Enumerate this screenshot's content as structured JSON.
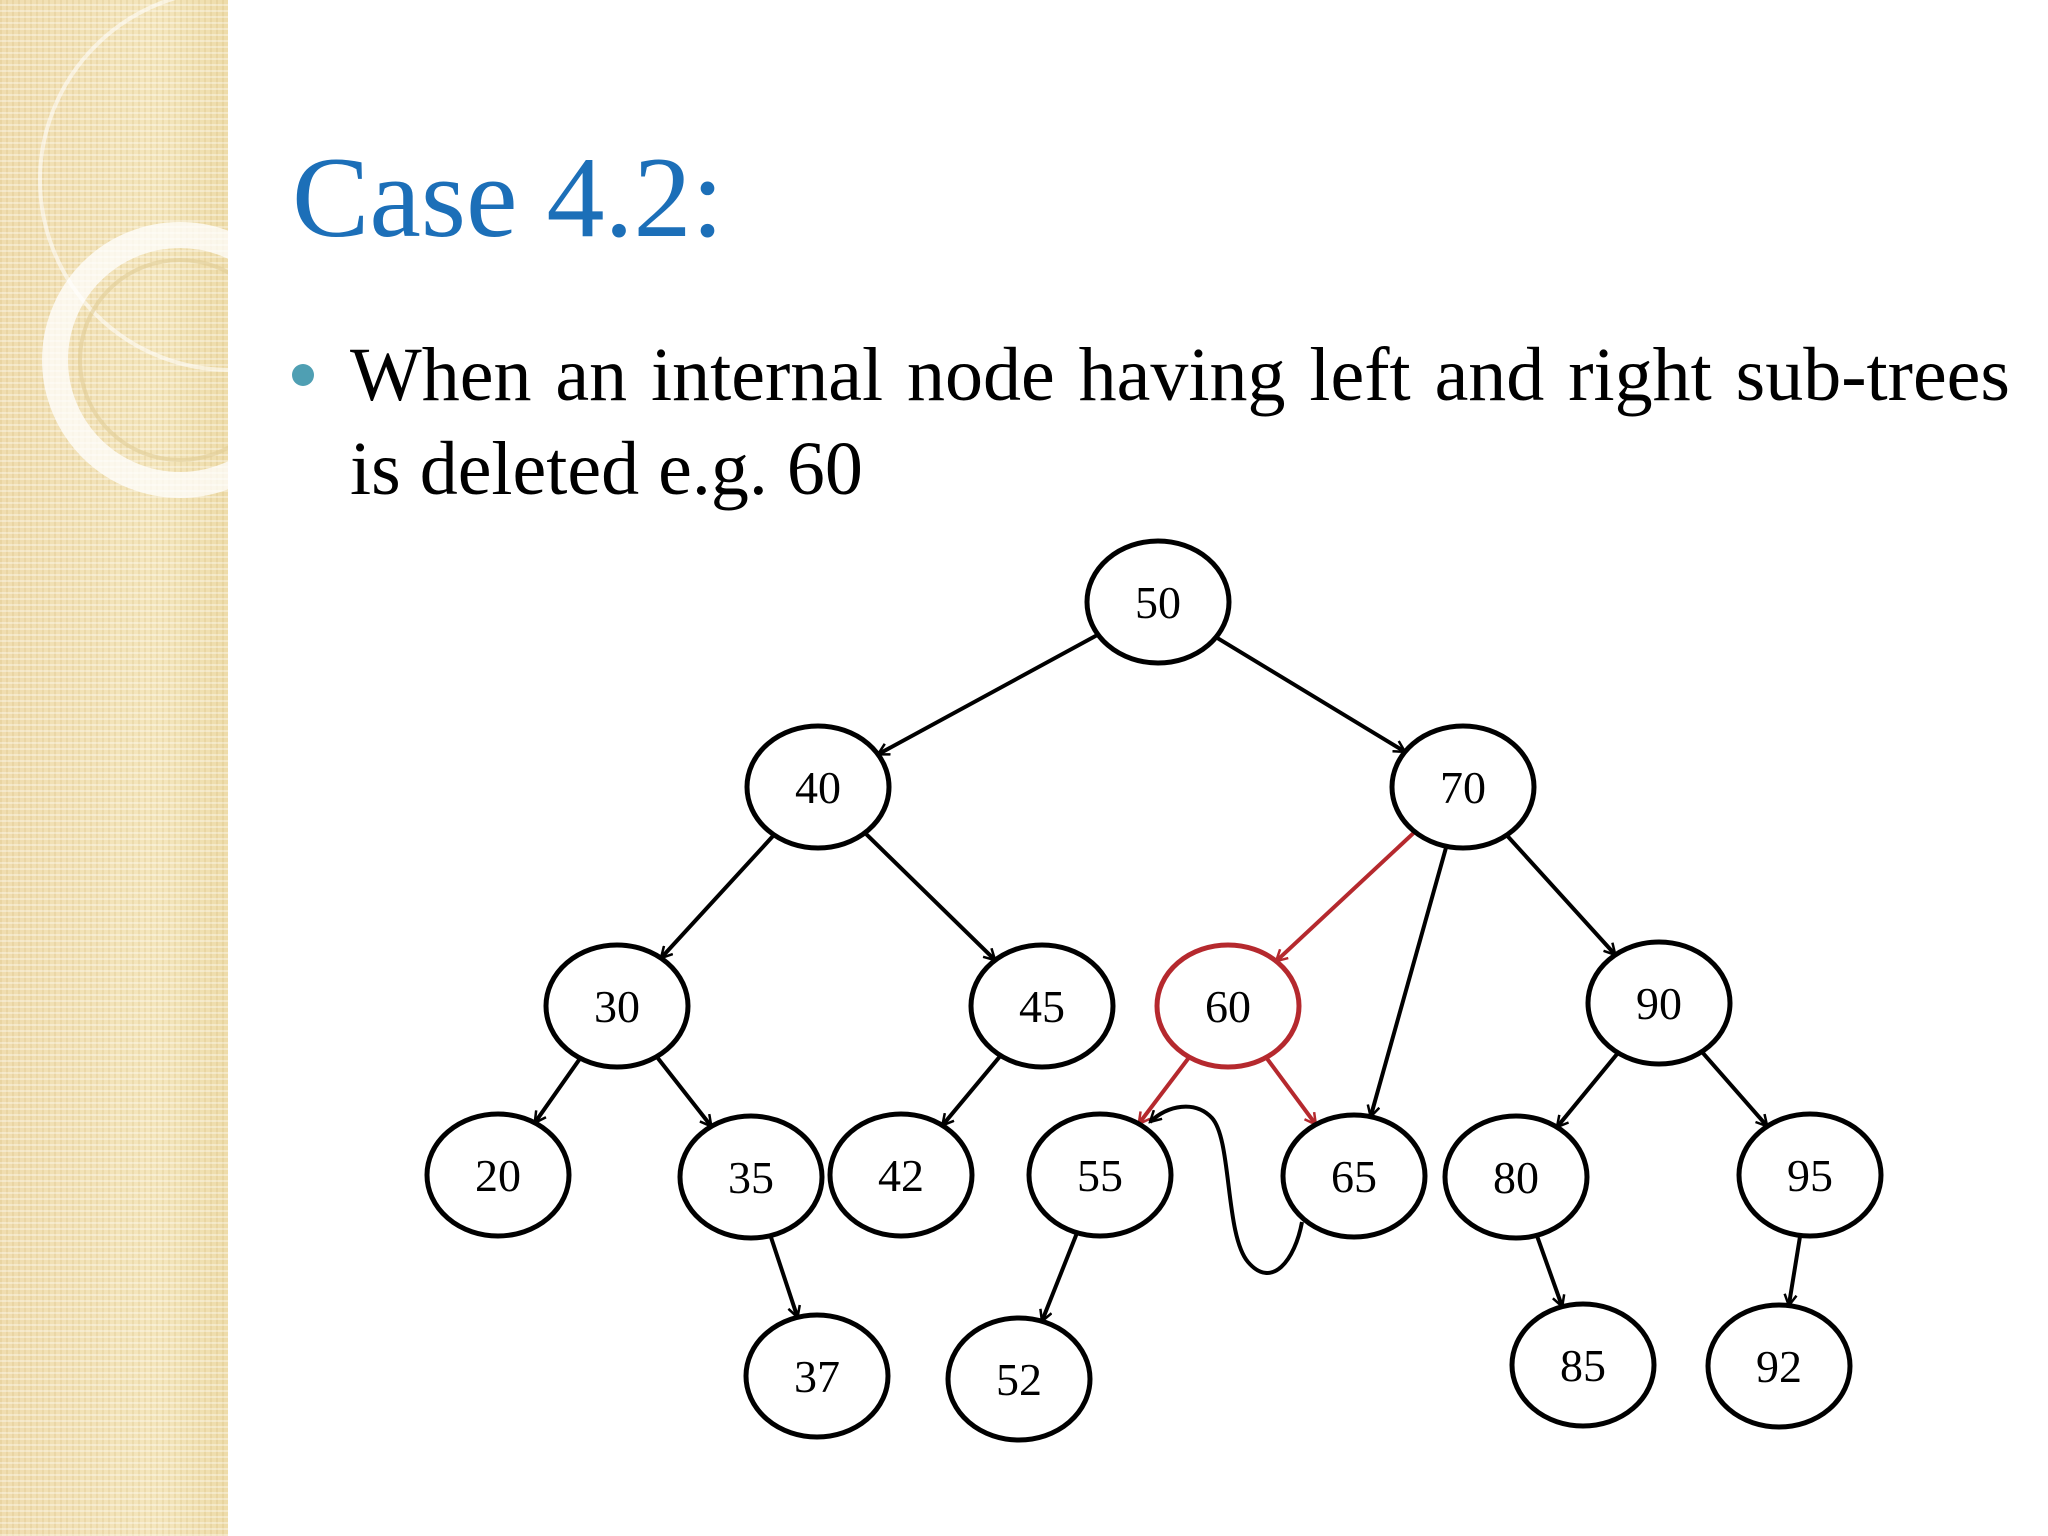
{
  "slide": {
    "title": "Case 4.2:",
    "bullet": "When an internal node having left and  right sub-trees is deleted e.g. 60"
  },
  "colors": {
    "title": "#1c6fb8",
    "bullet": "#4f9fb3",
    "highlight": "#b5292e",
    "edge": "#000000"
  },
  "tree": {
    "highlighted_node": "60",
    "nodes": [
      "50",
      "40",
      "70",
      "30",
      "45",
      "60",
      "90",
      "20",
      "35",
      "42",
      "55",
      "65",
      "80",
      "95",
      "37",
      "52",
      "85",
      "92"
    ],
    "edges": [
      {
        "from": "50",
        "to": "40"
      },
      {
        "from": "50",
        "to": "70"
      },
      {
        "from": "40",
        "to": "30"
      },
      {
        "from": "40",
        "to": "45"
      },
      {
        "from": "70",
        "to": "60",
        "highlight": true
      },
      {
        "from": "70",
        "to": "65"
      },
      {
        "from": "70",
        "to": "90"
      },
      {
        "from": "30",
        "to": "20"
      },
      {
        "from": "30",
        "to": "35"
      },
      {
        "from": "45",
        "to": "42"
      },
      {
        "from": "60",
        "to": "55",
        "highlight": true
      },
      {
        "from": "60",
        "to": "65",
        "highlight": true
      },
      {
        "from": "90",
        "to": "80"
      },
      {
        "from": "90",
        "to": "95"
      },
      {
        "from": "35",
        "to": "37"
      },
      {
        "from": "55",
        "to": "52"
      },
      {
        "from": "80",
        "to": "85"
      },
      {
        "from": "95",
        "to": "92"
      }
    ],
    "curve": {
      "from": "65",
      "to": "55"
    }
  }
}
